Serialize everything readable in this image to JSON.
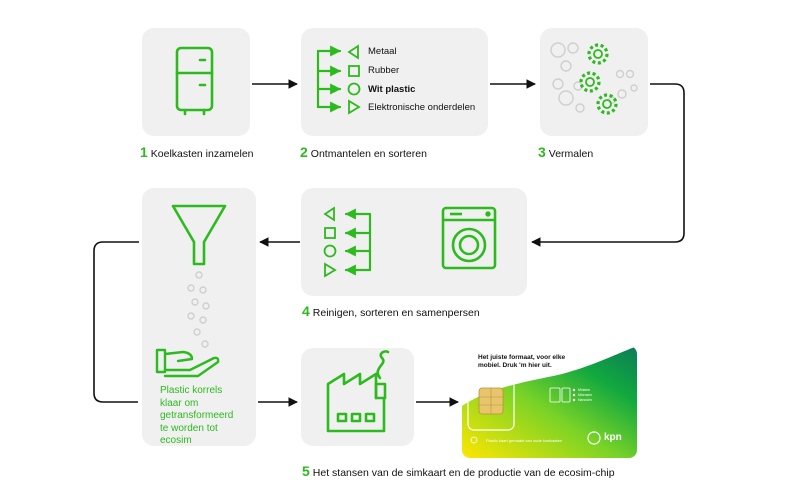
{
  "colors": {
    "accent": "#2dba1f",
    "card": "#f0f0f0",
    "arrow": "#111111"
  },
  "steps": [
    {
      "num": "1",
      "label": "Koelkasten inzamelen"
    },
    {
      "num": "2",
      "label": "Ontmantelen en sorteren"
    },
    {
      "num": "3",
      "label": "Vermalen"
    },
    {
      "num": "4",
      "label": "Reinigen, sorteren en samenpersen"
    },
    {
      "num": "5",
      "label": "Het stansen van de simkaart en de productie van de ecosim-chip"
    }
  ],
  "materials": [
    {
      "label": "Metaal",
      "icon": "triangle-left-icon",
      "bold": false
    },
    {
      "label": "Rubber",
      "icon": "square-icon",
      "bold": false
    },
    {
      "label": "Wit plastic",
      "icon": "circle-icon",
      "bold": true
    },
    {
      "label": "Elektronische onderdelen",
      "icon": "triangle-right-icon",
      "bold": false
    }
  ],
  "plastic_text": [
    "Plastic korrels",
    "klaar om",
    "getransformeerd",
    "te worden tot",
    "ecosim"
  ],
  "sim": {
    "headline_1": "Het juiste formaat, voor elke",
    "headline_2": "mobiel. Druk 'm hier uit.",
    "footnote": "Plastic kaart gemaakt van oude koelkasten",
    "brand": "kpn",
    "options": [
      "Minisim",
      "Microsim",
      "Nanosim"
    ]
  }
}
